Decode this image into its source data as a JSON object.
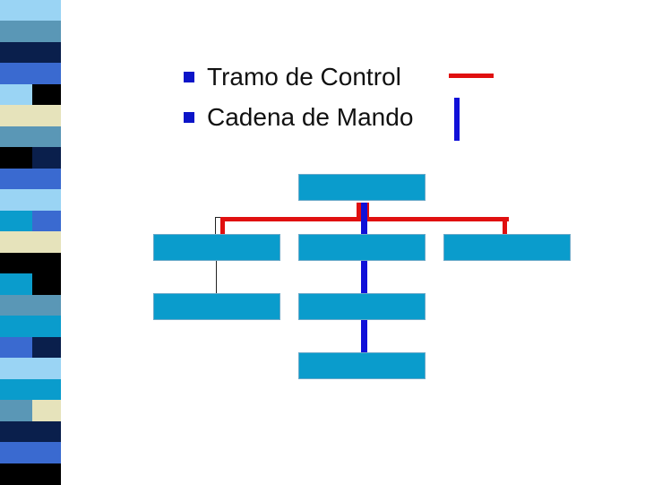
{
  "colors": {
    "bullet": "#0b14c8",
    "span_of_control": "#e01010",
    "chain_of_command": "#1010d8",
    "box_fill": "#0a9ccc",
    "thin_line": "#222222"
  },
  "legend": {
    "items": [
      {
        "label": "Tramo de Control",
        "icon": "red-horizontal-line"
      },
      {
        "label": "Cadena de Mando",
        "icon": "blue-vertical-line"
      }
    ]
  },
  "stripe_colors": [
    "#9ad4f4",
    "#5a97b6",
    "#0a1f4c",
    "#3a6ad0",
    "#000000",
    "#e6e3bb",
    "#5a97b6",
    "#0a1f4c",
    "#3a6ad0",
    "#9ad4f4",
    "#3a6ad0",
    "#e6e3bb",
    "#000000",
    "#000000",
    "#5a97b6",
    "#0a9ccc",
    "#0a1f4c",
    "#9ad4f4",
    "#0a9ccc",
    "#e6e3bb",
    "#0a1f4c",
    "#3a6ad0",
    "#000000"
  ]
}
